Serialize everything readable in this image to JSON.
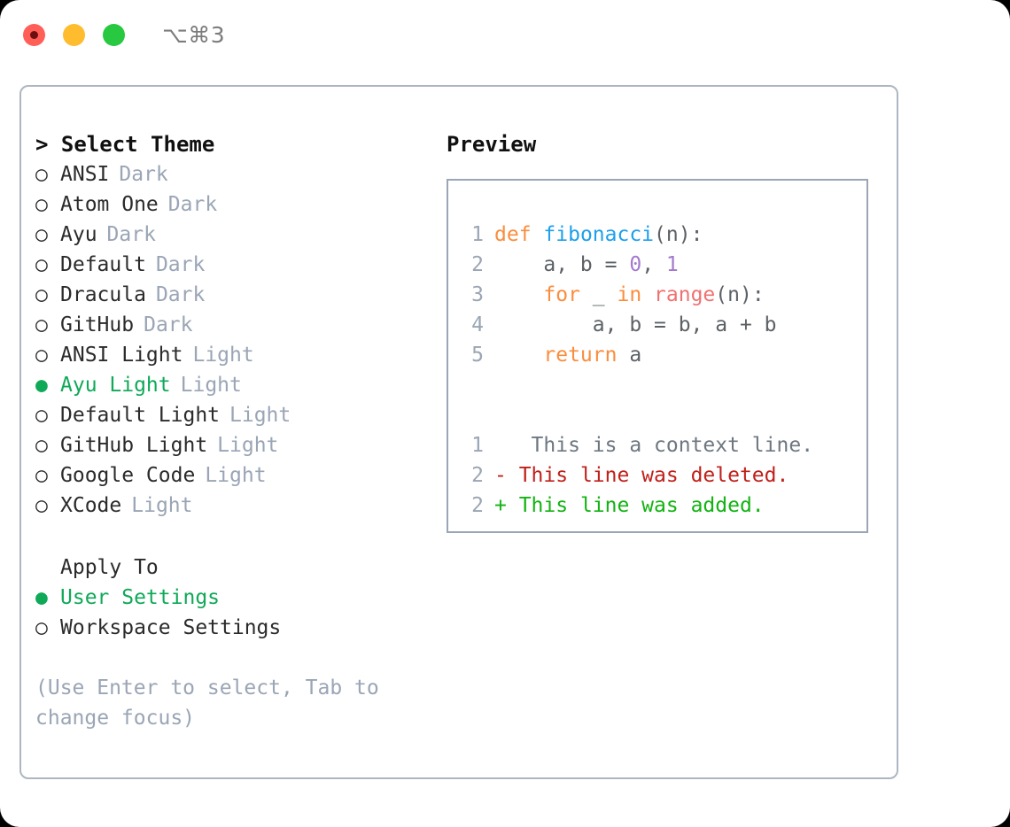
{
  "titlebar": {
    "shortcut": "⌥⌘3",
    "buttons": [
      {
        "name": "close",
        "color": "#FF5F57"
      },
      {
        "name": "minimize",
        "color": "#FEBC2E"
      },
      {
        "name": "maximize",
        "color": "#28C840"
      }
    ]
  },
  "theme_picker": {
    "heading": "> Select Theme",
    "items": [
      {
        "marker": "○",
        "label": "ANSI",
        "variant": "Dark",
        "selected": false
      },
      {
        "marker": "○",
        "label": "Atom One",
        "variant": "Dark",
        "selected": false
      },
      {
        "marker": "○",
        "label": "Ayu",
        "variant": "Dark",
        "selected": false
      },
      {
        "marker": "○",
        "label": "Default",
        "variant": "Dark",
        "selected": false
      },
      {
        "marker": "○",
        "label": "Dracula",
        "variant": "Dark",
        "selected": false
      },
      {
        "marker": "○",
        "label": "GitHub",
        "variant": "Dark",
        "selected": false
      },
      {
        "marker": "○",
        "label": "ANSI Light",
        "variant": "Light",
        "selected": false
      },
      {
        "marker": "●",
        "label": "Ayu Light",
        "variant": "Light",
        "selected": true
      },
      {
        "marker": "○",
        "label": "Default Light",
        "variant": "Light",
        "selected": false
      },
      {
        "marker": "○",
        "label": "GitHub Light",
        "variant": "Light",
        "selected": false
      },
      {
        "marker": "○",
        "label": "Google Code",
        "variant": "Light",
        "selected": false
      },
      {
        "marker": "○",
        "label": "XCode",
        "variant": "Light",
        "selected": false
      }
    ]
  },
  "apply_to": {
    "title": "Apply To",
    "items": [
      {
        "marker": "●",
        "label": "User Settings",
        "selected": true
      },
      {
        "marker": "○",
        "label": "Workspace Settings",
        "selected": false
      }
    ]
  },
  "hint": "(Use Enter to select, Tab to change focus)",
  "preview": {
    "title": "Preview",
    "code": [
      {
        "ln": "1",
        "tokens": [
          {
            "t": "def",
            "c": "kw"
          },
          {
            "t": " ",
            "c": "plain"
          },
          {
            "t": "fibonacci",
            "c": "fn"
          },
          {
            "t": "(n):",
            "c": "plain"
          }
        ]
      },
      {
        "ln": "2",
        "tokens": [
          {
            "t": "    a, b = ",
            "c": "plain"
          },
          {
            "t": "0",
            "c": "num"
          },
          {
            "t": ", ",
            "c": "plain"
          },
          {
            "t": "1",
            "c": "num"
          }
        ]
      },
      {
        "ln": "3",
        "tokens": [
          {
            "t": "    ",
            "c": "plain"
          },
          {
            "t": "for",
            "c": "kw"
          },
          {
            "t": " _ ",
            "c": "plain"
          },
          {
            "t": "in",
            "c": "kw"
          },
          {
            "t": " ",
            "c": "plain"
          },
          {
            "t": "range",
            "c": "built"
          },
          {
            "t": "(n):",
            "c": "plain"
          }
        ]
      },
      {
        "ln": "4",
        "tokens": [
          {
            "t": "        a, b = b, a + b",
            "c": "plain"
          }
        ]
      },
      {
        "ln": "5",
        "tokens": [
          {
            "t": "    ",
            "c": "plain"
          },
          {
            "t": "return",
            "c": "kw"
          },
          {
            "t": " a",
            "c": "plain"
          }
        ]
      }
    ],
    "diff": [
      {
        "ln": "1",
        "sign": " ",
        "text": "  This is a context line.",
        "kind": "ctx"
      },
      {
        "ln": "2",
        "sign": "-",
        "text": " This line was deleted.",
        "kind": "del"
      },
      {
        "ln": "2",
        "sign": "+",
        "text": " This line was added.",
        "kind": "add"
      }
    ]
  },
  "colors": {
    "accent_green": "#0FA958",
    "muted": "#9AA5B5",
    "keyword": "#FA8D3E",
    "function": "#1E9FEC",
    "number": "#A37ACC",
    "builtin": "#F07171",
    "diff_deleted": "#C0201A",
    "diff_added": "#12B312",
    "border": "#AEB6C2"
  }
}
